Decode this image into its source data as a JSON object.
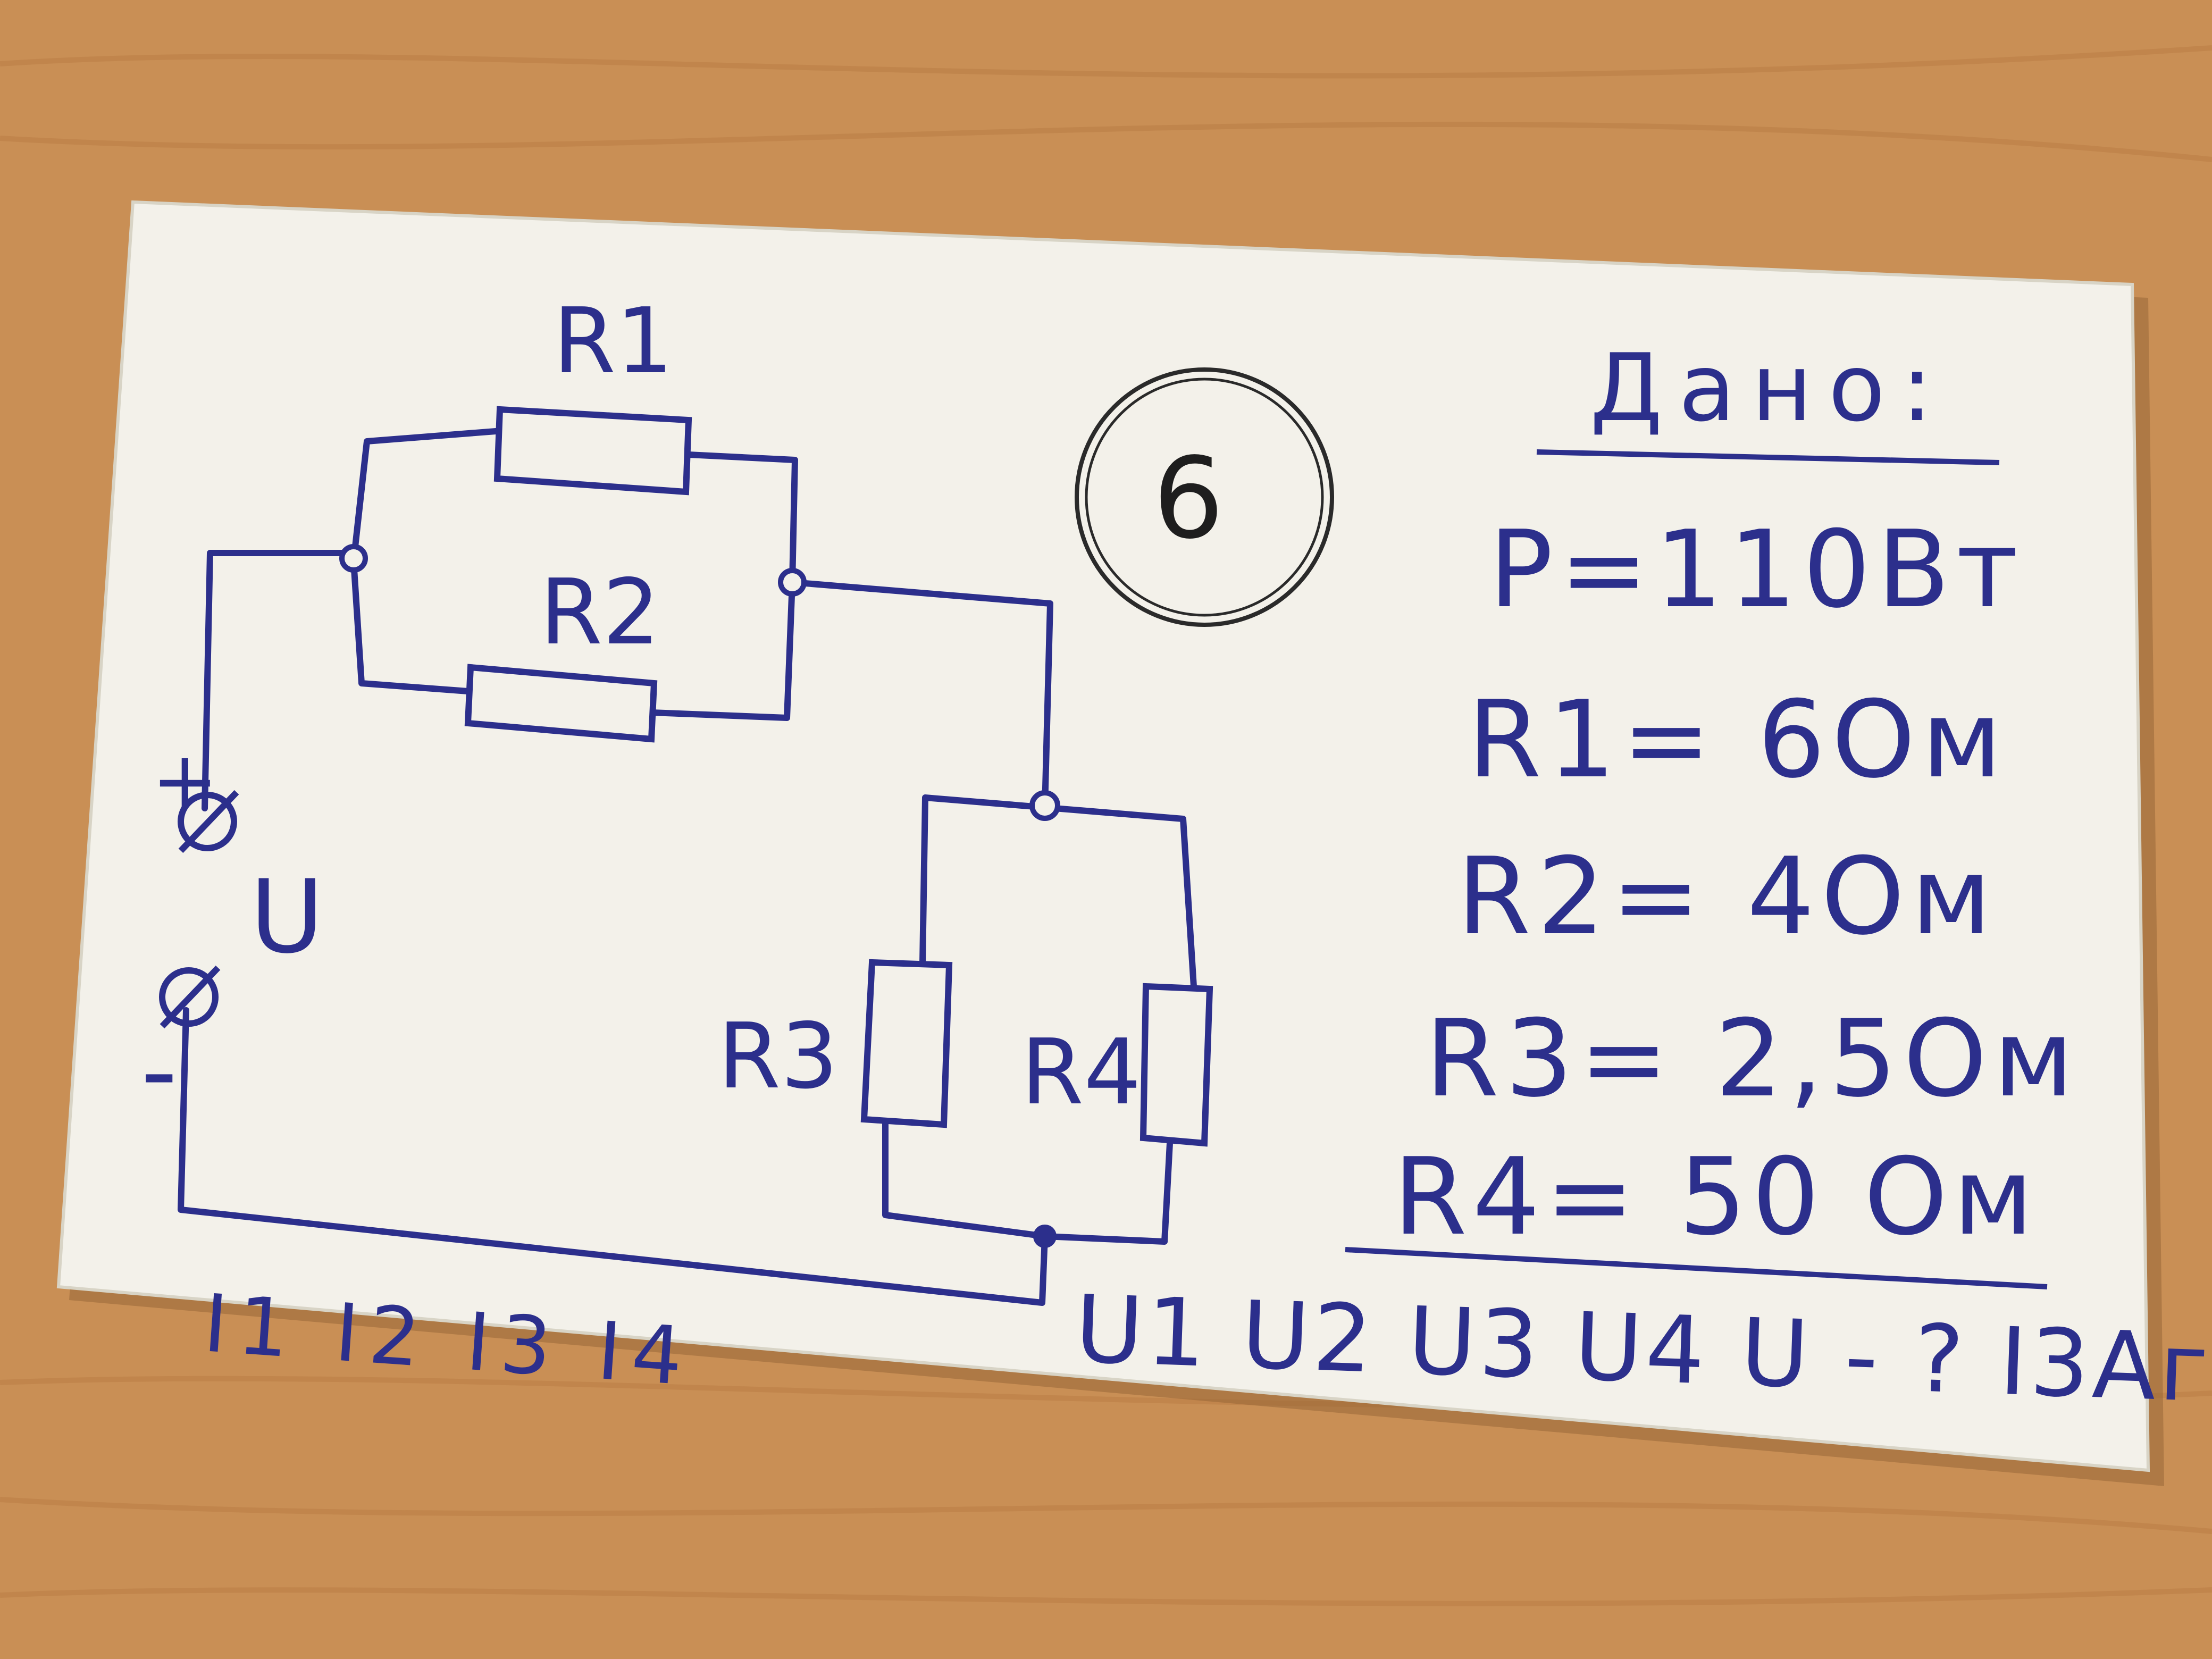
{
  "colors": {
    "table": "#c98f55",
    "card": "#f3f1ea",
    "ink": "#2c2f8c"
  },
  "problem_number": "6",
  "circuit": {
    "r1_label": "R1",
    "r2_label": "R2",
    "r3_label": "R3",
    "r4_label": "R4",
    "plus": "+",
    "minus": "-",
    "source_label": "U"
  },
  "given": {
    "title": "Дано:",
    "items": [
      "P=110Вт",
      "R1= 6Ом",
      "R2= 4Ом",
      "R3= 2,5Ом",
      "R4= 50 Ом"
    ]
  },
  "find": {
    "currents": "I1 I2 I3 I4",
    "voltages": "U1 U2 U3 U4 U - ? I3Аг"
  },
  "icons": [
    "terminal-circle-icon",
    "node-dot-icon",
    "resistor-icon"
  ]
}
